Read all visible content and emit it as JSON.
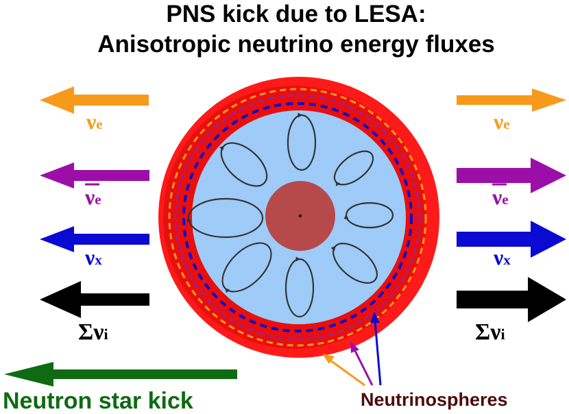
{
  "title": {
    "line1": "PNS kick due to LESA:",
    "line2": "Anisotropic neutrino energy fluxes"
  },
  "labels": {
    "nu": "ν",
    "sigma": "Σ",
    "sub_e": "e",
    "sub_x": "x",
    "sub_i": "i"
  },
  "captions": {
    "kick": "Neutron star kick",
    "spheres": "Neutrinospheres"
  },
  "colors": {
    "nu_e": "#f79a1c",
    "anti_nu_e": "#9b0fa8",
    "nu_x": "#0a0ad2",
    "sum": "#000000",
    "kick": "#0e6b12",
    "spheres_label": "#4d0c0c",
    "shell": "#ff1a1a",
    "shell_dark": "#e80f0f",
    "interior": "#9ecbf7",
    "core": "#b64a4a"
  }
}
